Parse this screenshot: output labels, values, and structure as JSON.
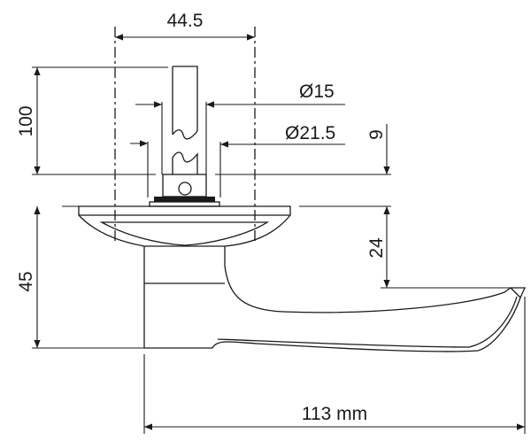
{
  "title": "Door lever handle technical drawing",
  "dimensions": {
    "rose_width": "44.5",
    "spindle_length": "100",
    "spindle_diameter": "Ø15",
    "collar_diameter": "Ø21.5",
    "collar_height": "9",
    "lever_offset": "24",
    "total_height": "45",
    "lever_length": "113 mm"
  },
  "colors": {
    "line": "#1a1a1a",
    "background": "#ffffff"
  }
}
